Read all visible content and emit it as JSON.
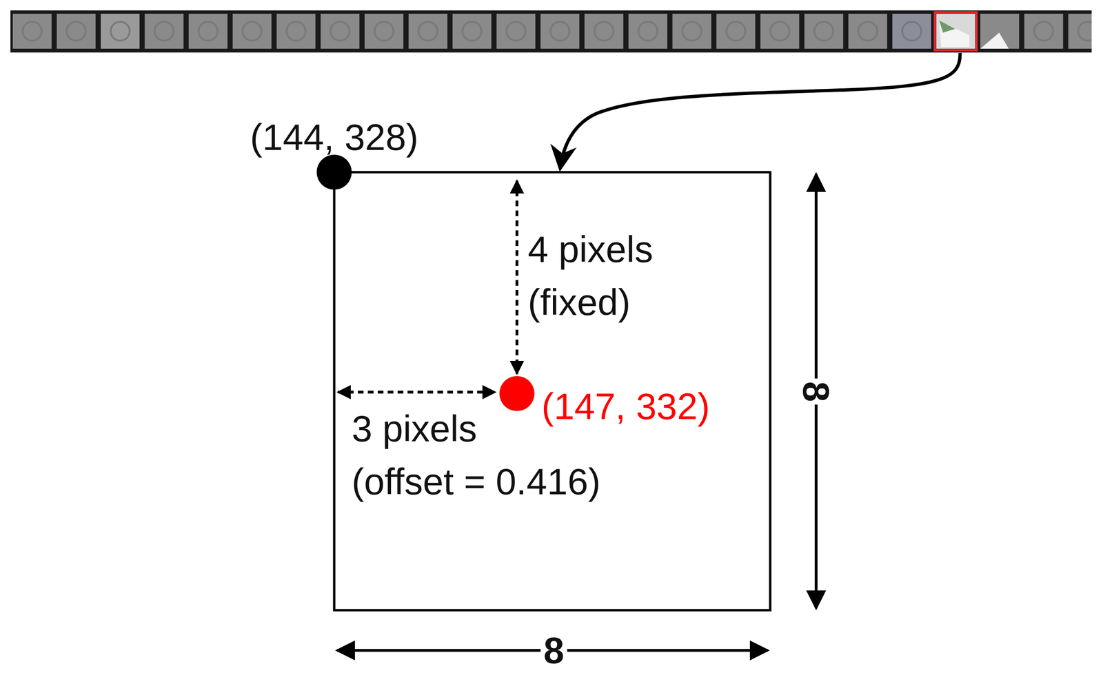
{
  "diagram": {
    "labels": [
      "(144, 328)",
      "4 pixels",
      "(fixed)",
      "(147, 332)",
      "3 pixels",
      "(offset = 0.416)",
      "8",
      "8"
    ]
  }
}
